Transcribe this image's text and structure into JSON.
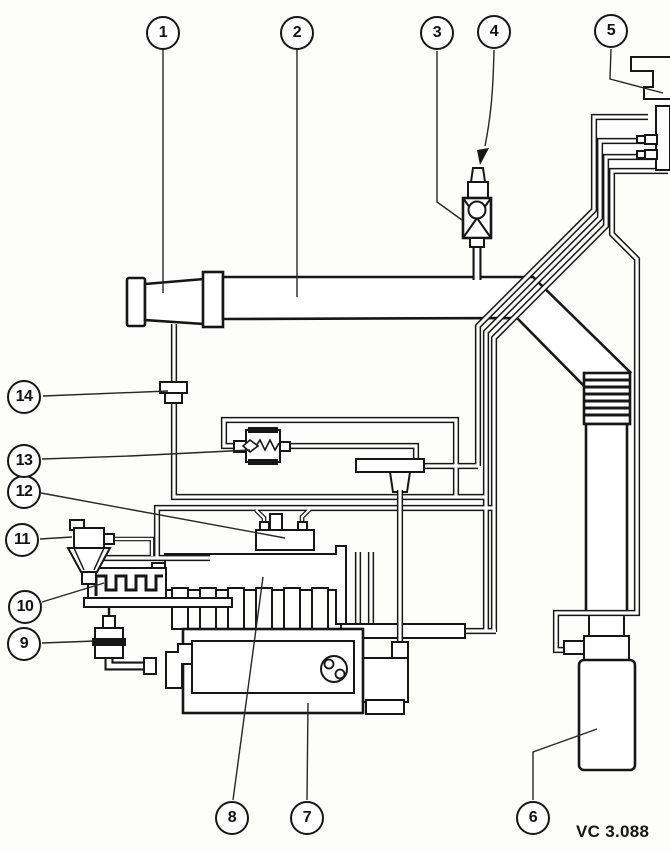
{
  "figure": {
    "caption": "VC 3.088",
    "callouts": [
      {
        "number": "1"
      },
      {
        "number": "2"
      },
      {
        "number": "3"
      },
      {
        "number": "4"
      },
      {
        "number": "5"
      },
      {
        "number": "6"
      },
      {
        "number": "7"
      },
      {
        "number": "8"
      },
      {
        "number": "9"
      },
      {
        "number": "10"
      },
      {
        "number": "11"
      },
      {
        "number": "12"
      },
      {
        "number": "13"
      },
      {
        "number": "14"
      }
    ]
  }
}
